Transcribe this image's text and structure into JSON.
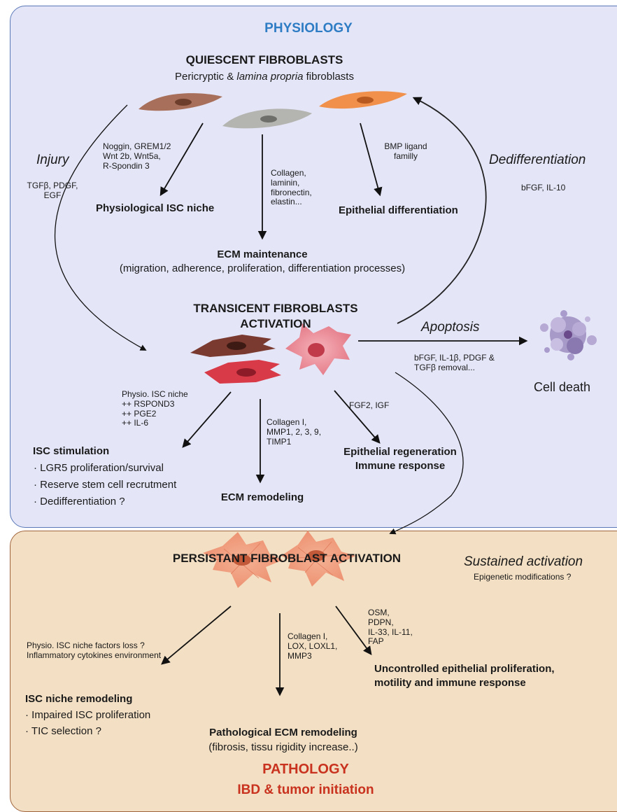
{
  "physiology": {
    "header": "PHYSIOLOGY",
    "quiescent": {
      "title": "QUIESCENT FIBROBLASTS",
      "subtitle_pre": "Pericryptic & ",
      "subtitle_italic": "lamina propria",
      "subtitle_post": " fibroblasts"
    },
    "injury": {
      "label": "Injury",
      "factors": "TGFβ, PDGF,\nEGF"
    },
    "niche_branch": {
      "factors": "Noggin, GREM1/2\nWnt 2b, Wnt5a,\nR-Spondin 3",
      "target": "Physiological ISC niche"
    },
    "ecm_branch": {
      "factors": "Collagen,\nlaminin,\nfibronectin,\nelastin...",
      "target": "ECM maintenance",
      "detail": "(migration, adherence, proliferation, differentiation processes)"
    },
    "epi_branch": {
      "factors": "BMP ligand\nfamilly",
      "target": "Epithelial differentiation"
    },
    "dediff": {
      "label": "Dedifferentiation",
      "factors": "bFGF, IL-10"
    },
    "transient": {
      "title": "TRANSICENT FIBROBLASTS\nACTIVATION"
    },
    "apoptosis": {
      "label": "Apoptosis",
      "factors": "bFGF, IL-1β, PDGF &\nTGFβ removal...",
      "target": "Cell death"
    },
    "isc_stim": {
      "factors": "Physio. ISC niche\n++ RSPOND3\n++ PGE2\n++ IL-6",
      "title": "ISC stimulation",
      "bullets": [
        "LGR5 proliferation/survival",
        "Reserve stem cell recrutment",
        "Dedifferentiation ?"
      ]
    },
    "ecm_remodel": {
      "factors": "Collagen I,\nMMP1, 2, 3, 9,\nTIMP1",
      "target": "ECM remodeling"
    },
    "epi_regen": {
      "factors": "FGF2, IGF",
      "target": "Epithelial regeneration\nImmune response"
    }
  },
  "pathology": {
    "persistent_title": "PERSISTANT FIBROBLAST ACTIVATION",
    "sustained": {
      "label": "Sustained activation",
      "factors": "Epigenetic modifications ?"
    },
    "niche_remodel": {
      "factors": "Physio. ISC niche factors loss ?\nInflammatory cytokines environment",
      "title": "ISC niche remodeling",
      "bullets": [
        "Impaired ISC proliferation",
        "TIC selection ?"
      ]
    },
    "path_ecm": {
      "factors": "Collagen I,\nLOX, LOXL1,\nMMP3",
      "target": "Pathological ECM remodeling",
      "detail": "(fibrosis, tissu rigidity increase..)"
    },
    "uncontrolled": {
      "factors": "OSM,\nPDPN,\nIL-33, IL-11,\nFAP",
      "target": "Uncontrolled epithelial proliferation,\nmotility and immune response"
    },
    "header": "PATHOLOGY",
    "subheader": "IBD & tumor initiation"
  },
  "colors": {
    "physiology_header": "#2e7cc4",
    "pathology_header": "#c8321e",
    "fibroblast_brown": "#a8705a",
    "fibroblast_grey": "#b4b4b0",
    "fibroblast_orange": "#f0904a",
    "activated_dark": "#7a3a30",
    "activated_red": "#d83a48",
    "activated_pink": "#ee8c98",
    "persistent": "#f0a080",
    "cell_death": "#a89ac8"
  }
}
